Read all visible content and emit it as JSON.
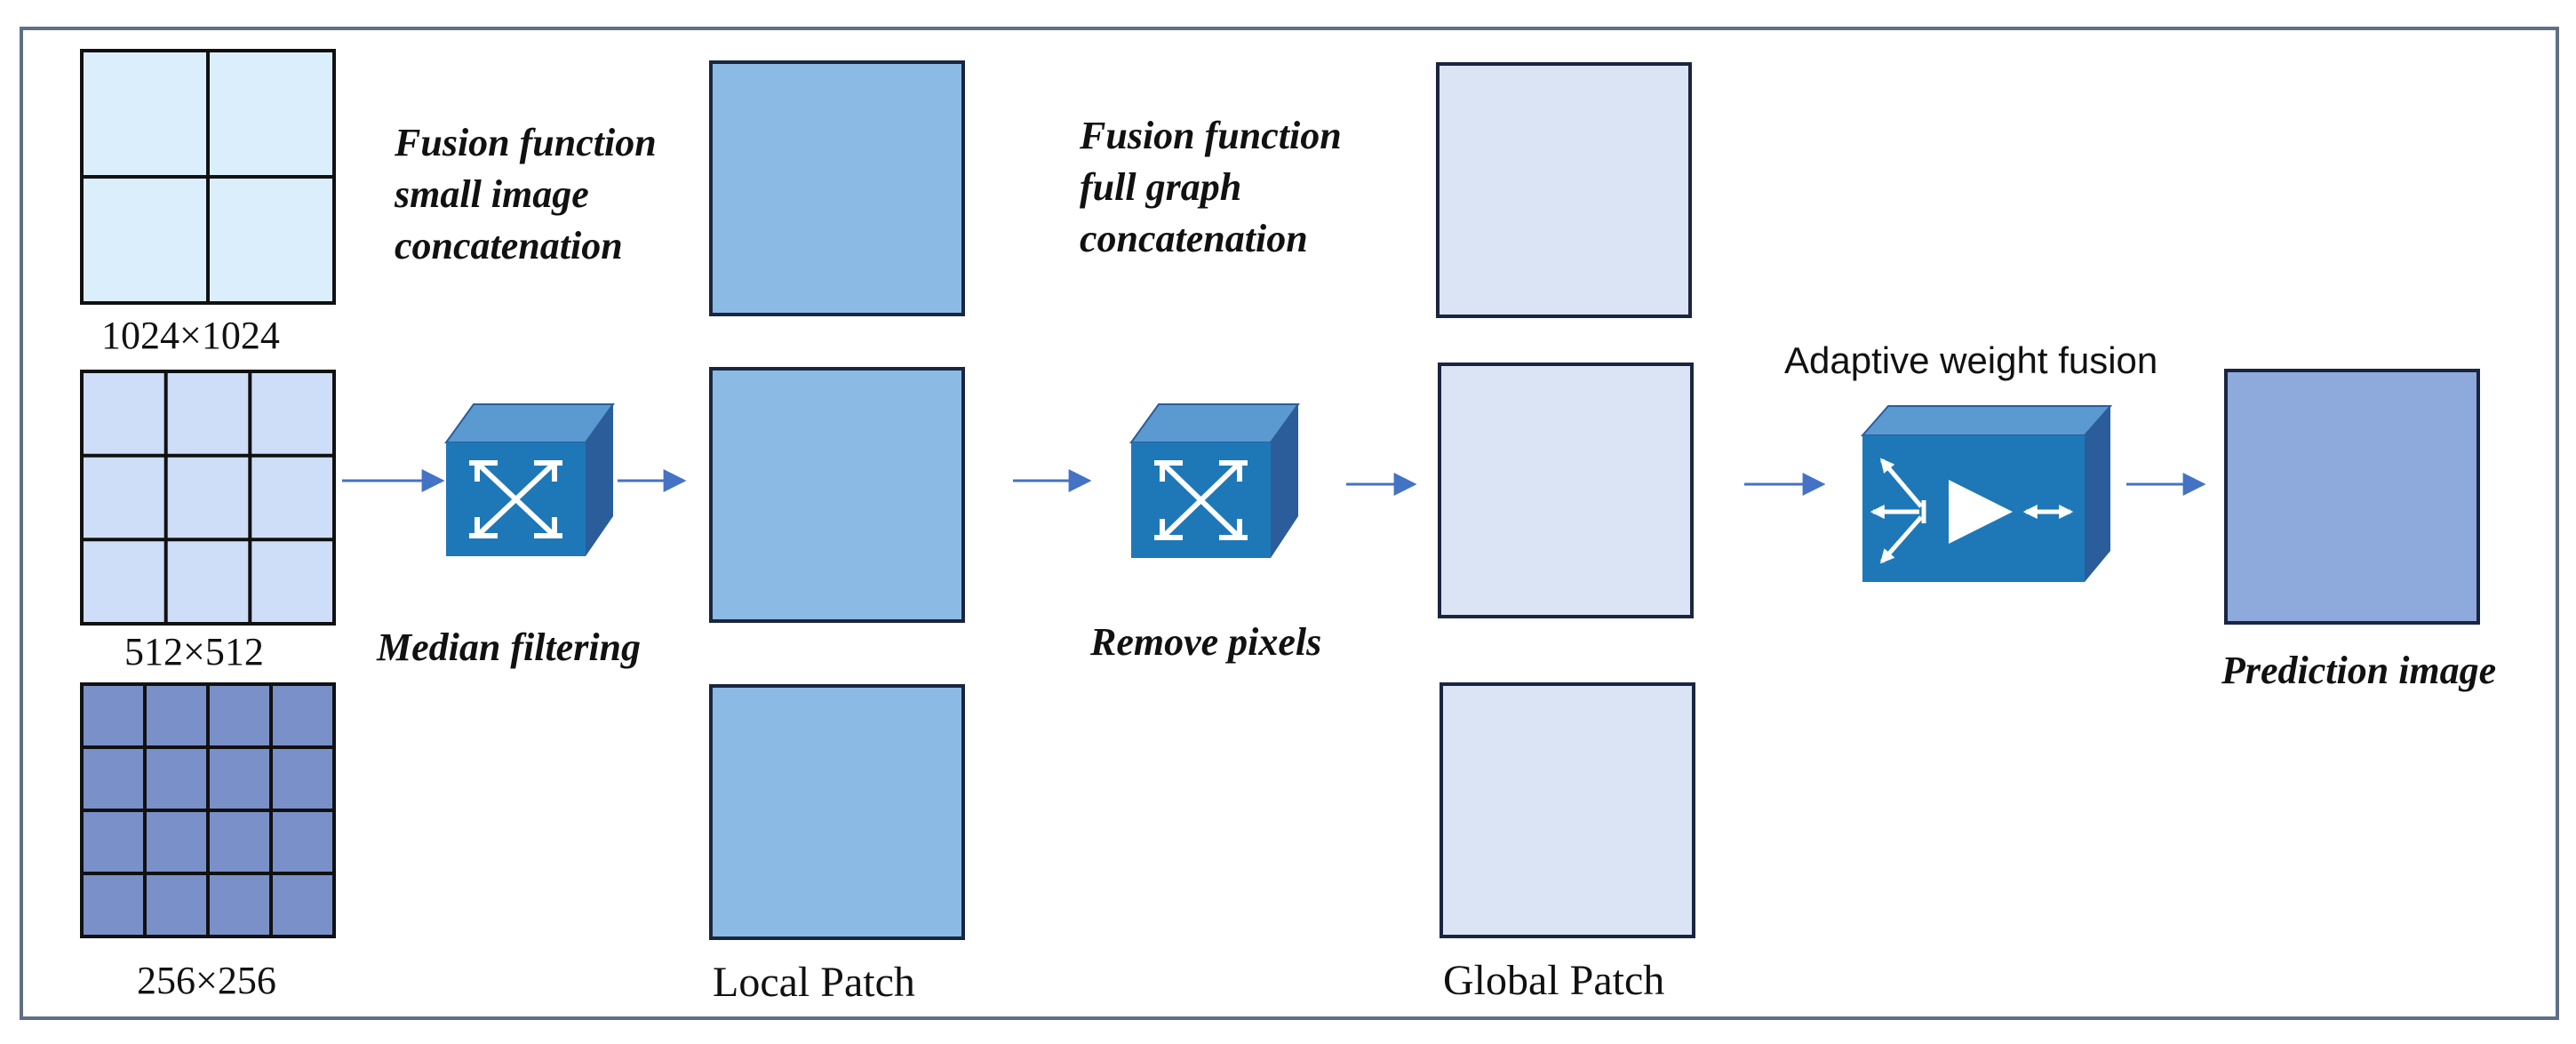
{
  "inputs": [
    {
      "label": "1024×1024",
      "grid": 2,
      "fill": "#dbeefc"
    },
    {
      "label": "512×512",
      "grid": 3,
      "fill": "#cfdef8"
    },
    {
      "label": "256×256",
      "grid": 4,
      "fill": "#7a90c8"
    }
  ],
  "steps": {
    "median_filtering": "Median filtering",
    "remove_pixels": "Remove pixels",
    "fusion_small": [
      "Fusion function",
      "small image",
      "concatenation"
    ],
    "fusion_full": [
      "Fusion function",
      "full graph",
      "concatenation"
    ],
    "adaptive": "Adaptive weight  fusion"
  },
  "columns": {
    "local_patch": "Local Patch",
    "global_patch": "Global Patch",
    "prediction": "Prediction image"
  },
  "colors": {
    "local_fill": "#8bbbe4",
    "global_fill": "#dbe4f4",
    "prediction_fill": "#8eaadc",
    "border": "#1a2540",
    "arrow": "#4472c4",
    "device_front": "#1e78b8",
    "device_top": "#5a9ad0",
    "device_side": "#2a5d9a"
  },
  "icons": [
    "switch-icon",
    "switch-icon",
    "amplifier-icon"
  ]
}
